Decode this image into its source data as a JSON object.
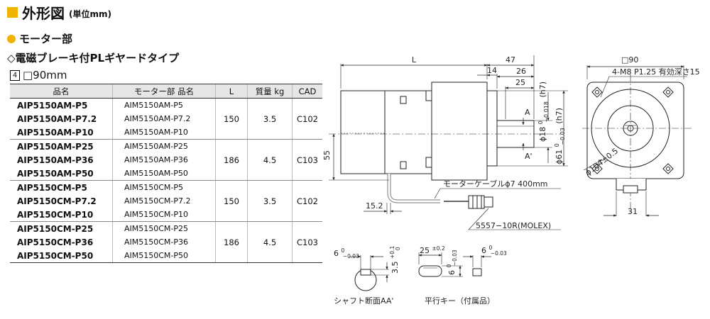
{
  "header": {
    "title": "外形図",
    "unit": "(単位mm)",
    "section": "モーター部",
    "subtitle": "◇電磁ブレーキ付PLギヤードタイプ",
    "frame_num": "4",
    "frame_size": "□90mm"
  },
  "table": {
    "headers": [
      "品名",
      "モーター部 品名",
      "L",
      "質量 kg",
      "CAD"
    ],
    "groups": [
      {
        "rows": [
          [
            "AIP5150AM-P5",
            "AIM5150AM-P5"
          ],
          [
            "AIP5150AM-P7.2",
            "AIM5150AM-P7.2"
          ],
          [
            "AIP5150AM-P10",
            "AIM5150AM-P10"
          ]
        ],
        "L": "150",
        "mass": "3.5",
        "cad": "C102"
      },
      {
        "rows": [
          [
            "AIP5150AM-P25",
            "AIM5150AM-P25"
          ],
          [
            "AIP5150AM-P36",
            "AIM5150AM-P36"
          ],
          [
            "AIP5150AM-P50",
            "AIM5150AM-P50"
          ]
        ],
        "L": "186",
        "mass": "4.5",
        "cad": "C103"
      },
      {
        "rows": [
          [
            "AIP5150CM-P5",
            "AIM5150CM-P5"
          ],
          [
            "AIP5150CM-P7.2",
            "AIM5150CM-P7.2"
          ],
          [
            "AIP5150CM-P10",
            "AIM5150CM-P10"
          ]
        ],
        "L": "150",
        "mass": "3.5",
        "cad": "C102"
      },
      {
        "rows": [
          [
            "AIP5150CM-P25",
            "AIM5150CM-P25"
          ],
          [
            "AIP5150CM-P36",
            "AIM5150CM-P36"
          ],
          [
            "AIP5150CM-P50",
            "AIM5150CM-P50"
          ]
        ],
        "L": "186",
        "mass": "4.5",
        "cad": "C103"
      }
    ]
  },
  "drawing": {
    "side": {
      "L": "L",
      "d47": "47",
      "d14": "14",
      "d26": "26",
      "d25": "25",
      "d55": "55",
      "d15_2": "15.2",
      "shaft_dia": "ϕ18",
      "shaft_tol_top": "0",
      "shaft_tol_bot": "−0.018",
      "shaft_fit": "(h7)",
      "pilot_dia": "ϕ61",
      "pilot_tol_top": "0",
      "pilot_tol_bot": "−0.03",
      "pilot_fit": "(h7)",
      "sectionA": "A",
      "sectionA2": "A'",
      "cable": "モーターケーブルϕ7  400mm",
      "connector": "5557−10R(MOLEX)"
    },
    "front": {
      "size": "□90",
      "tap": "4-M8 P1.25 有効深さ15",
      "pcd": "ϕ104±0.5",
      "d31": "31"
    },
    "shaft_section": {
      "w": "6",
      "w_tol_top": "0",
      "w_tol_bot": "−0.03",
      "depth": "3.5",
      "depth_tol": "+0.1",
      "depth_tol_bot": "0",
      "label": "シャフト断面AA'"
    },
    "key": {
      "len": "25",
      "len_tol": "±0.2",
      "h": "6",
      "h_tol_top": "0",
      "h_tol_bot": "−0.03",
      "w": "6",
      "w_tol_top": "0",
      "w_tol_bot": "−0.03",
      "label": "平行キー（付属品）"
    }
  }
}
